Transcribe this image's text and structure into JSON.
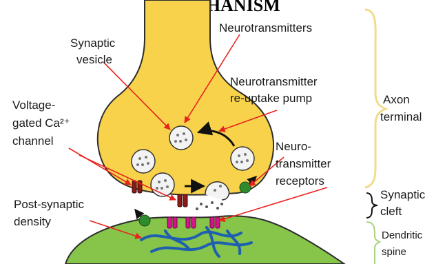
{
  "title": "MECHANISM",
  "labels": {
    "synaptic_vesicle": [
      "Synaptic",
      "vesicle"
    ],
    "neurotransmitters": "Neurotransmitters",
    "reuptake_pump": [
      "Neurotransmitter",
      "re-uptake pump"
    ],
    "calcium_channel": [
      "Voltage-",
      "gated Ca²⁺",
      "channel"
    ],
    "receptors": [
      "Neuro-",
      "transmitter",
      "receptors"
    ],
    "post_synaptic_density": [
      "Post-synaptic",
      "density"
    ],
    "axon_terminal": [
      "Axon",
      "terminal"
    ],
    "synaptic_cleft": [
      "Synaptic",
      "cleft"
    ],
    "dendritic_spine": [
      "Dendritic",
      "spine"
    ]
  },
  "colors": {
    "axon": "#f7d24a",
    "dendrite": "#86c44a",
    "vesicle": "#f3f3f3",
    "channel": "#8b1a1a",
    "receptor": "#d4148a",
    "pump": "#2e8b2e",
    "density": "#1e5fb0",
    "arrow": "#e8231f",
    "bracket_axon": "#f2dc8a",
    "bracket_cleft": "#111111",
    "bracket_dendrite": "#a9d37c"
  }
}
